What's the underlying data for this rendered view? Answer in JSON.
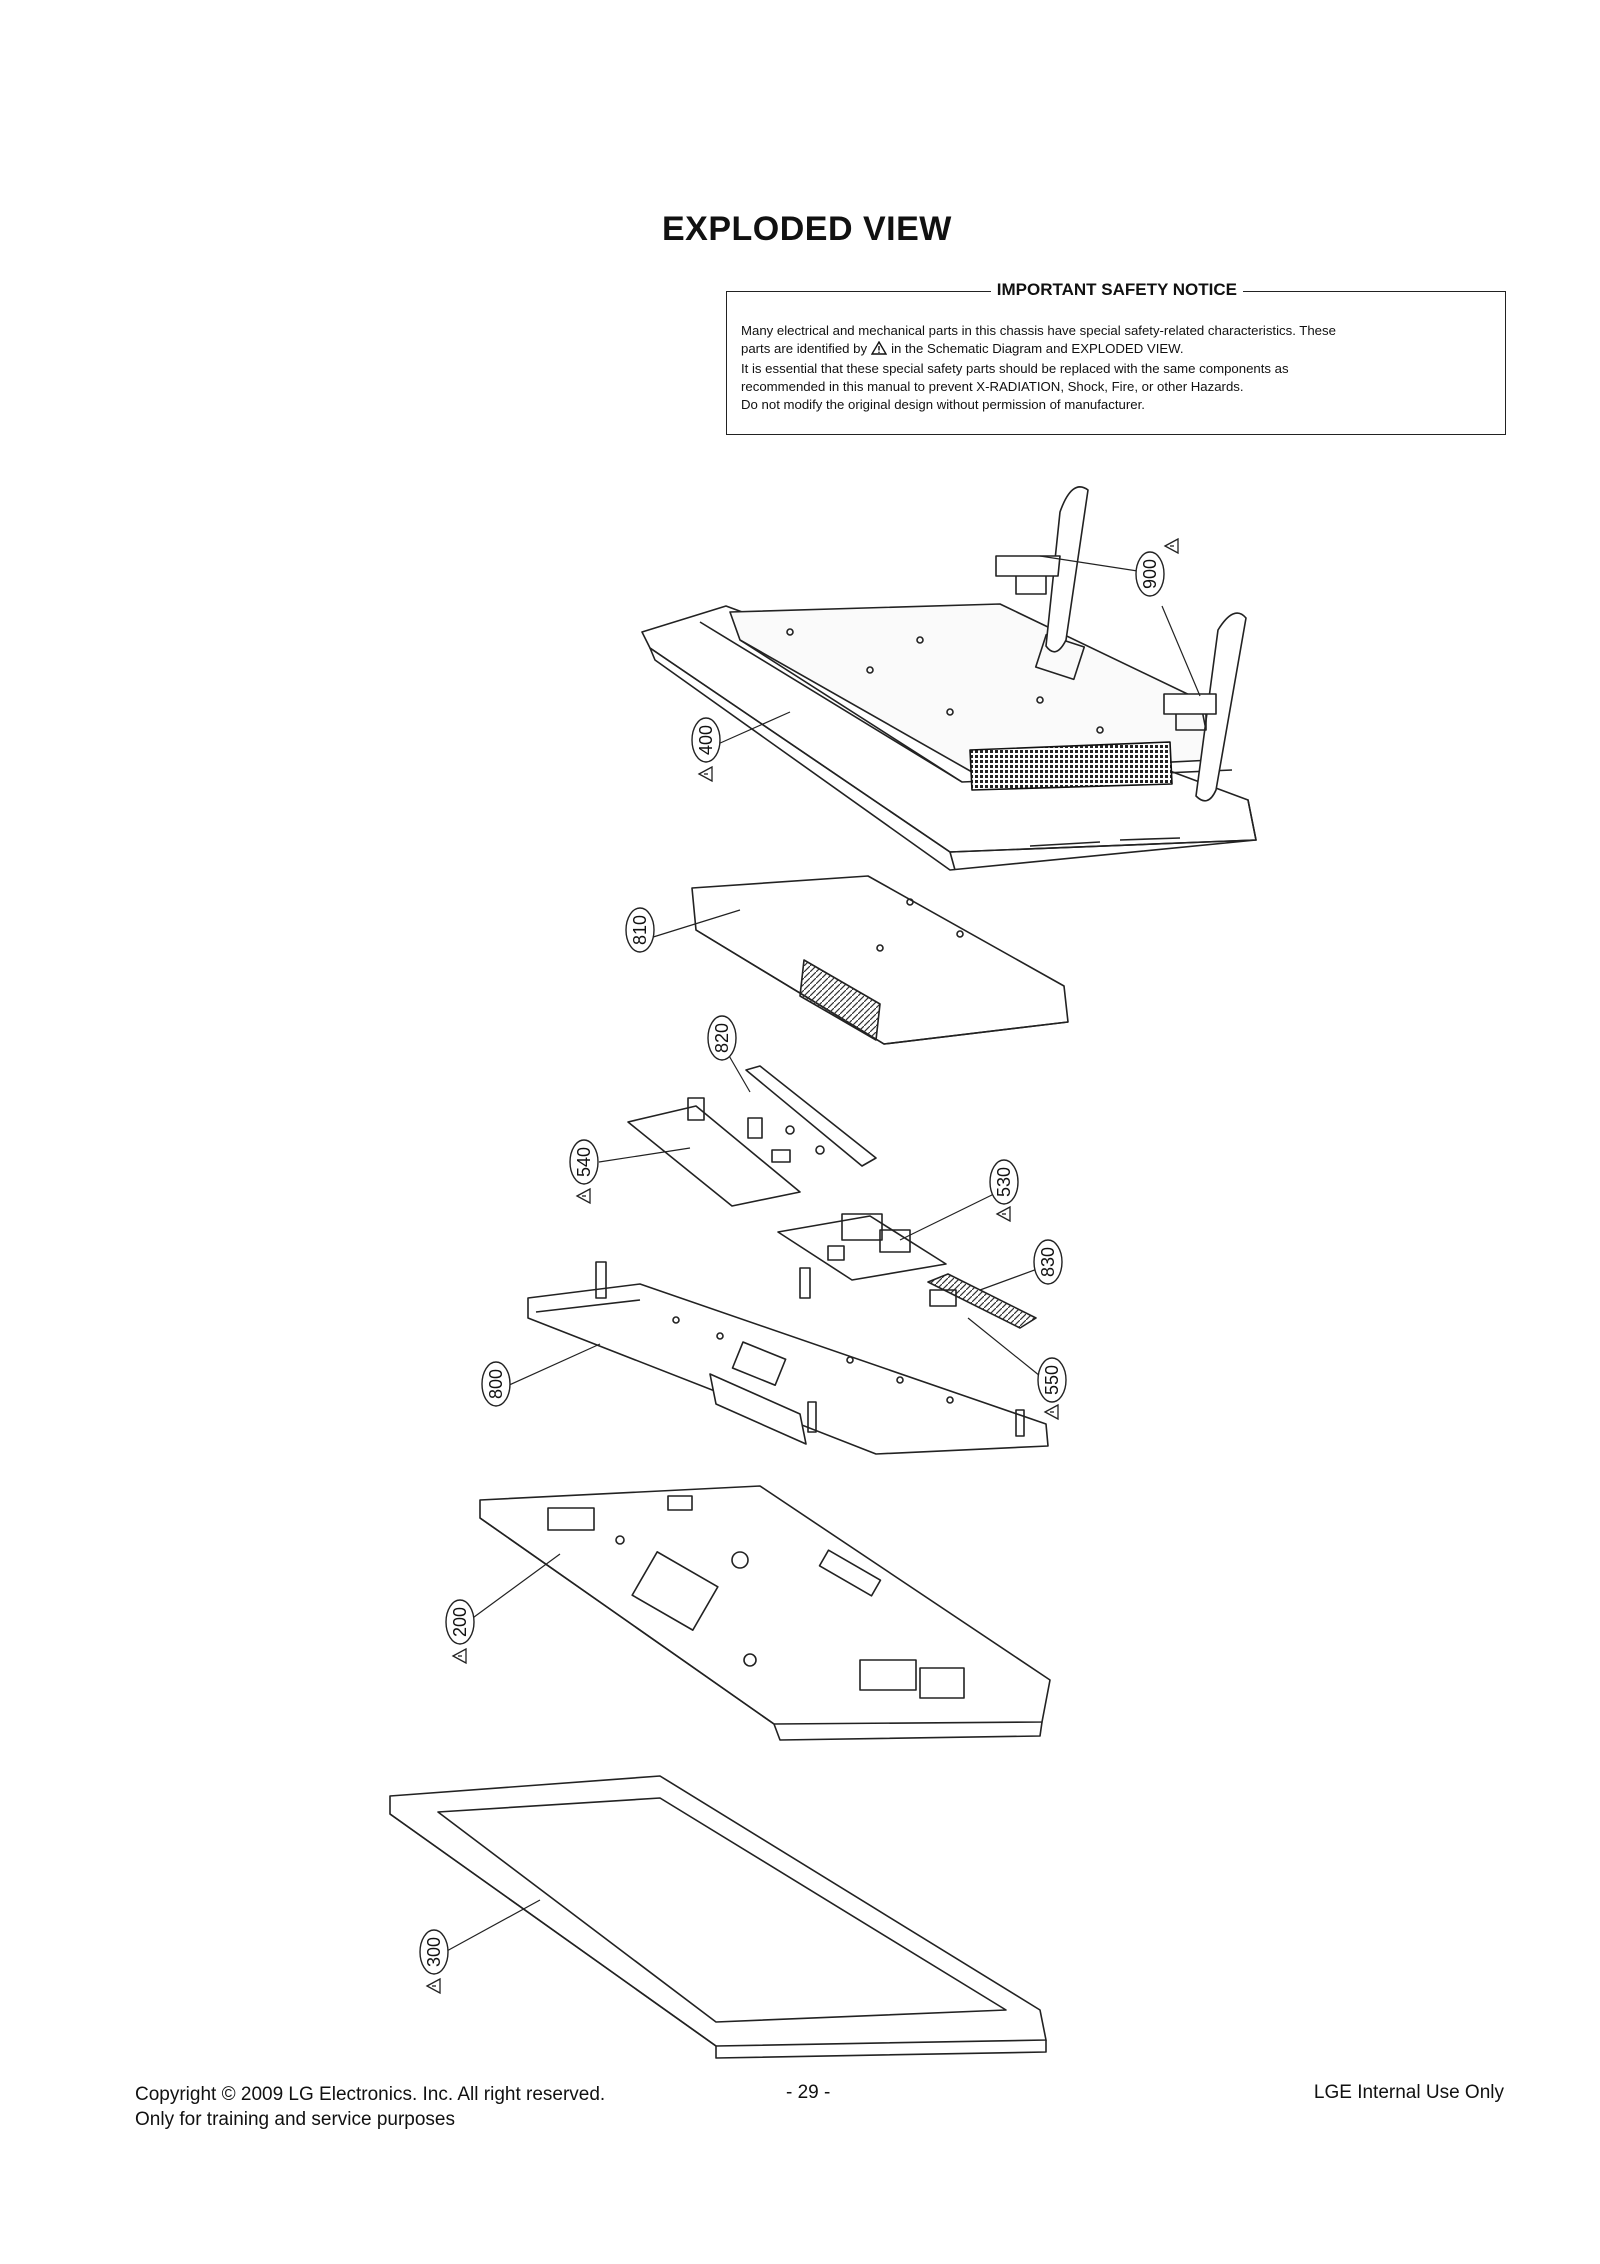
{
  "page": {
    "title": "EXPLODED VIEW"
  },
  "safety_notice": {
    "heading": "IMPORTANT SAFETY NOTICE",
    "line1": "Many electrical and mechanical parts in this chassis have special safety-related characteristics. These",
    "line2_pre": "parts are identified by",
    "line2_post": "in the Schematic Diagram and EXPLODED VIEW.",
    "line3": "It is essential that these special safety parts should be replaced with the same components as",
    "line4": "recommended in this manual to prevent X-RADIATION, Shock, Fire, or other Hazards.",
    "line5": "Do not modify the original design without permission of manufacturer."
  },
  "callouts": {
    "c900": "900",
    "c400": "400",
    "c810": "810",
    "c820": "820",
    "c540": "540",
    "c530": "530",
    "c830": "830",
    "c800": "800",
    "c550": "550",
    "c200": "200",
    "c300": "300"
  },
  "icons": {
    "safety_mark": "warning-triangle-icon"
  },
  "footer": {
    "copyright": "Copyright © 2009 LG Electronics. Inc. All right reserved.",
    "purpose": "Only for training and service purposes",
    "page_number": "- 29 -",
    "internal": "LGE Internal Use Only"
  }
}
